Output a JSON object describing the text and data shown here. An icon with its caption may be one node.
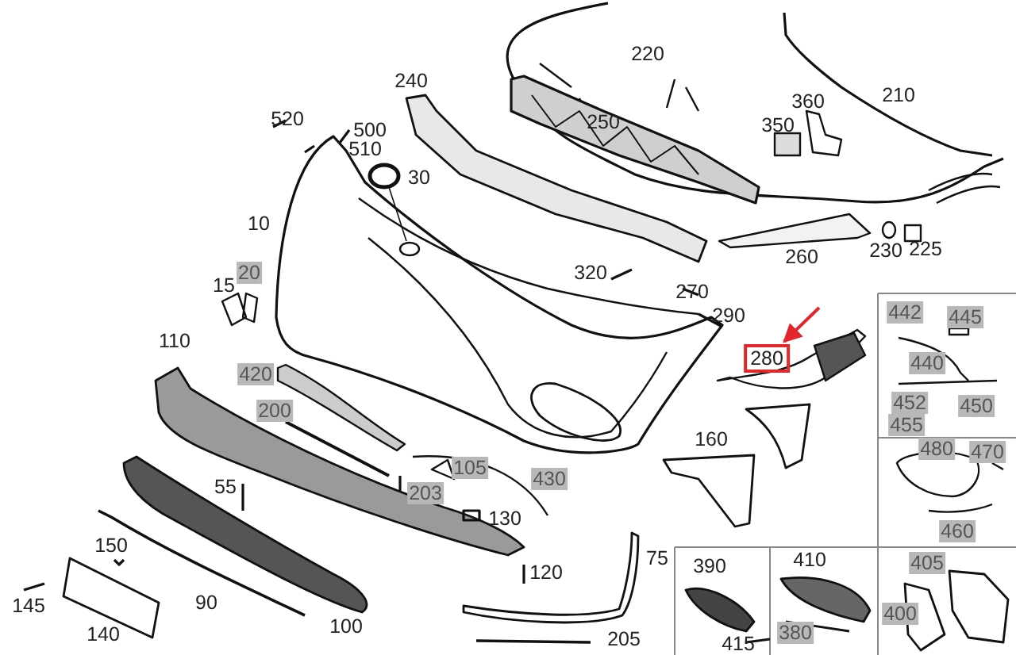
{
  "diagram": {
    "nodes": [
      {
        "text": [
          "20"
        ]
      },
      {
        "text": [
          "280"
        ]
      },
      {
        "text": [
          "420"
        ]
      },
      {
        "text": [
          "442"
        ]
      },
      {
        "text": [
          "445"
        ]
      },
      {
        "text": [
          "200"
        ]
      },
      {
        "text": [
          "440"
        ]
      },
      {
        "text": [
          "452"
        ]
      },
      {
        "text": [
          "450"
        ]
      },
      {
        "text": [
          "455"
        ]
      },
      {
        "text": [
          "480"
        ]
      },
      {
        "text": [
          "470"
        ]
      },
      {
        "text": [
          "105"
        ]
      },
      {
        "text": [
          "430"
        ]
      },
      {
        "text": [
          "203"
        ]
      },
      {
        "text": [
          "460"
        ]
      },
      {
        "text": [
          "405"
        ]
      },
      {
        "text": [
          "400"
        ]
      },
      {
        "text": [
          "380"
        ]
      }
    ],
    "edges": [
      {
        "from": null,
        "to": 1,
        "arrow": "to",
        "color": "#e3262b"
      }
    ],
    "labels": [
      "220",
      "240",
      "210",
      "360",
      "520",
      "500",
      "250",
      "350",
      "510",
      "30",
      "10",
      "260",
      "230",
      "225",
      "320",
      "15",
      "270",
      "290",
      "110",
      "160",
      "55",
      "130",
      "150",
      "75",
      "410",
      "390",
      "120",
      "145",
      "90",
      "140",
      "100",
      "205",
      "415"
    ]
  }
}
